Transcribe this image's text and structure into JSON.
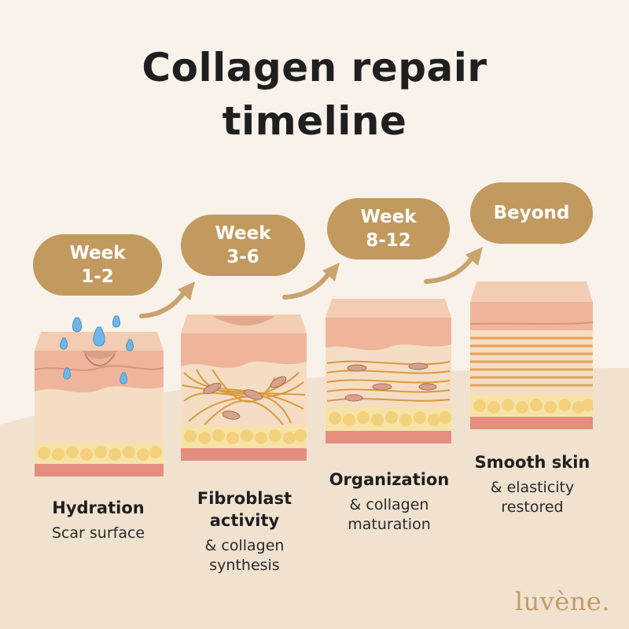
{
  "title_lines": [
    "Collagen repair",
    "timeline"
  ],
  "stages": [
    {
      "badge_lines": [
        "Week",
        "1-2"
      ],
      "heading_lines": [
        "Hydration"
      ],
      "sub_lines": [
        "Scar surface"
      ]
    },
    {
      "badge_lines": [
        "Week",
        "3-6"
      ],
      "heading_lines": [
        "Fibroblast",
        "activity"
      ],
      "sub_lines": [
        "& collagen",
        "synthesis"
      ]
    },
    {
      "badge_lines": [
        "Week",
        "8-12"
      ],
      "heading_lines": [
        "Organization"
      ],
      "sub_lines": [
        "& collagen",
        "maturation"
      ]
    },
    {
      "badge_lines": [
        "Beyond"
      ],
      "heading_lines": [
        "Smooth skin"
      ],
      "sub_lines": [
        "& elasticity",
        "restored"
      ]
    }
  ],
  "brand": "luvène.",
  "colors": {
    "background": "#f9f2ea",
    "badge": "#c2995f",
    "arrow": "#c9a36d",
    "brand": "#c29b68"
  }
}
